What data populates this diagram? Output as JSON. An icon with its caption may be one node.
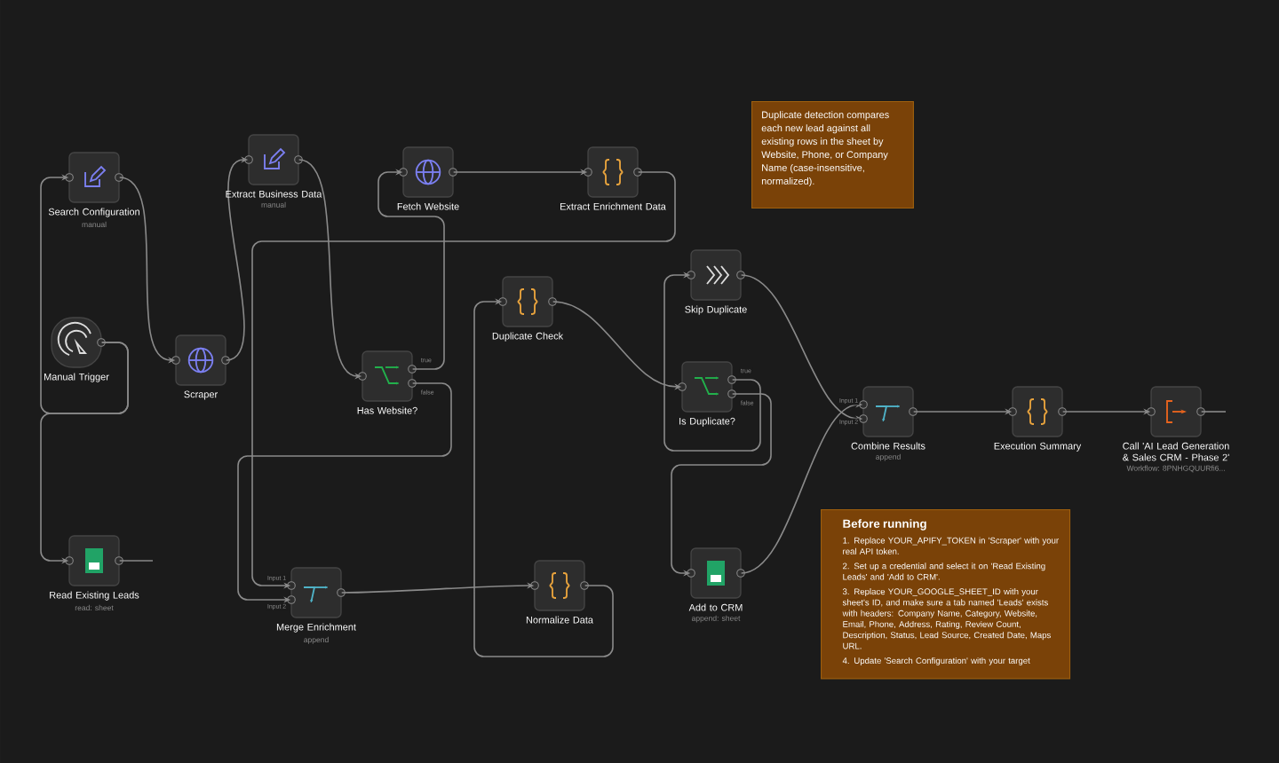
{
  "diagram": {
    "nodes": [
      {
        "text": [
          "Search Configuration",
          "manual"
        ]
      },
      {
        "text": [
          "Extract Business Data",
          "manual"
        ]
      },
      {
        "text": [
          "Fetch Website"
        ]
      },
      {
        "text": [
          "Extract Enrichment Data"
        ]
      },
      {
        "text": [
          "Manual Trigger"
        ]
      },
      {
        "text": [
          "Scraper"
        ]
      },
      {
        "text": [
          "Has Website?"
        ]
      },
      {
        "text": [
          "Duplicate Check"
        ]
      },
      {
        "text": [
          "Skip Duplicate"
        ]
      },
      {
        "text": [
          "Is Duplicate?"
        ]
      },
      {
        "text": [
          "Combine Results",
          "append"
        ]
      },
      {
        "text": [
          "Execution Summary"
        ]
      },
      {
        "text": [
          "Call 'AI Lead Generation & Sales CRM - Phase 2'",
          "Workflow: 8PNHGQUURfi6..."
        ]
      },
      {
        "text": [
          "Read Existing Leads",
          "read: sheet"
        ]
      },
      {
        "text": [
          "Merge Enrichment",
          "append"
        ]
      },
      {
        "text": [
          "Normalize Data"
        ]
      },
      {
        "text": [
          "Add to CRM",
          "append: sheet"
        ]
      },
      {
        "text": [
          "Duplicate detection compares each new lead against all existing rows in the sheet by Website, Phone, or Company Name (case-insensitive, normalized)."
        ]
      },
      {
        "text": [
          "Before running",
          "1. Replace YOUR_APIFY_TOKEN in 'Scraper' with your real API token.",
          "2. Set up a credential and select it on 'Read Existing Leads' and 'Add to CRM'.",
          "3. Replace YOUR_GOOGLE_SHEET_ID with your sheet's ID, and make sure a tab named 'Leads' exists with headers: Company Name, Category, Website, Email, Phone, Address, Rating, Review Count, Description, Status, Lead Source, Created Date, Maps URL.",
          "4. Update 'Search Configuration' with your target"
        ]
      }
    ],
    "edges": [
      {
        "from": 4,
        "to": 0,
        "arrow": "to"
      },
      {
        "from": 4,
        "to": 13,
        "arrow": "to"
      },
      {
        "from": 0,
        "to": 5,
        "arrow": "to"
      },
      {
        "from": 5,
        "to": 1,
        "arrow": "to"
      },
      {
        "from": 1,
        "to": 6,
        "arrow": "to"
      },
      {
        "from": 6,
        "to": 2,
        "arrow": "to"
      },
      {
        "from": 6,
        "to": 14,
        "arrow": "to"
      },
      {
        "from": 2,
        "to": 3,
        "arrow": "to"
      },
      {
        "from": 3,
        "to": 14,
        "arrow": "to"
      },
      {
        "from": 14,
        "to": 15,
        "arrow": "to"
      },
      {
        "from": 15,
        "to": 7,
        "arrow": "to"
      },
      {
        "from": 7,
        "to": 9,
        "arrow": "to"
      },
      {
        "from": 9,
        "to": 8,
        "arrow": "to"
      },
      {
        "from": 9,
        "to": 16,
        "arrow": "to"
      },
      {
        "from": 8,
        "to": 10,
        "arrow": "to"
      },
      {
        "from": 16,
        "to": 10,
        "arrow": "to"
      },
      {
        "from": 10,
        "to": 11,
        "arrow": "to"
      },
      {
        "from": 11,
        "to": 12,
        "arrow": "to"
      },
      {
        "from": 12,
        "to": null,
        "arrow": "none"
      },
      {
        "from": 13,
        "to": null,
        "arrow": "none"
      }
    ],
    "labels": [
      "true",
      "false",
      "true",
      "false",
      "Input 1",
      "Input 2",
      "Input 1",
      "Input 2"
    ]
  }
}
